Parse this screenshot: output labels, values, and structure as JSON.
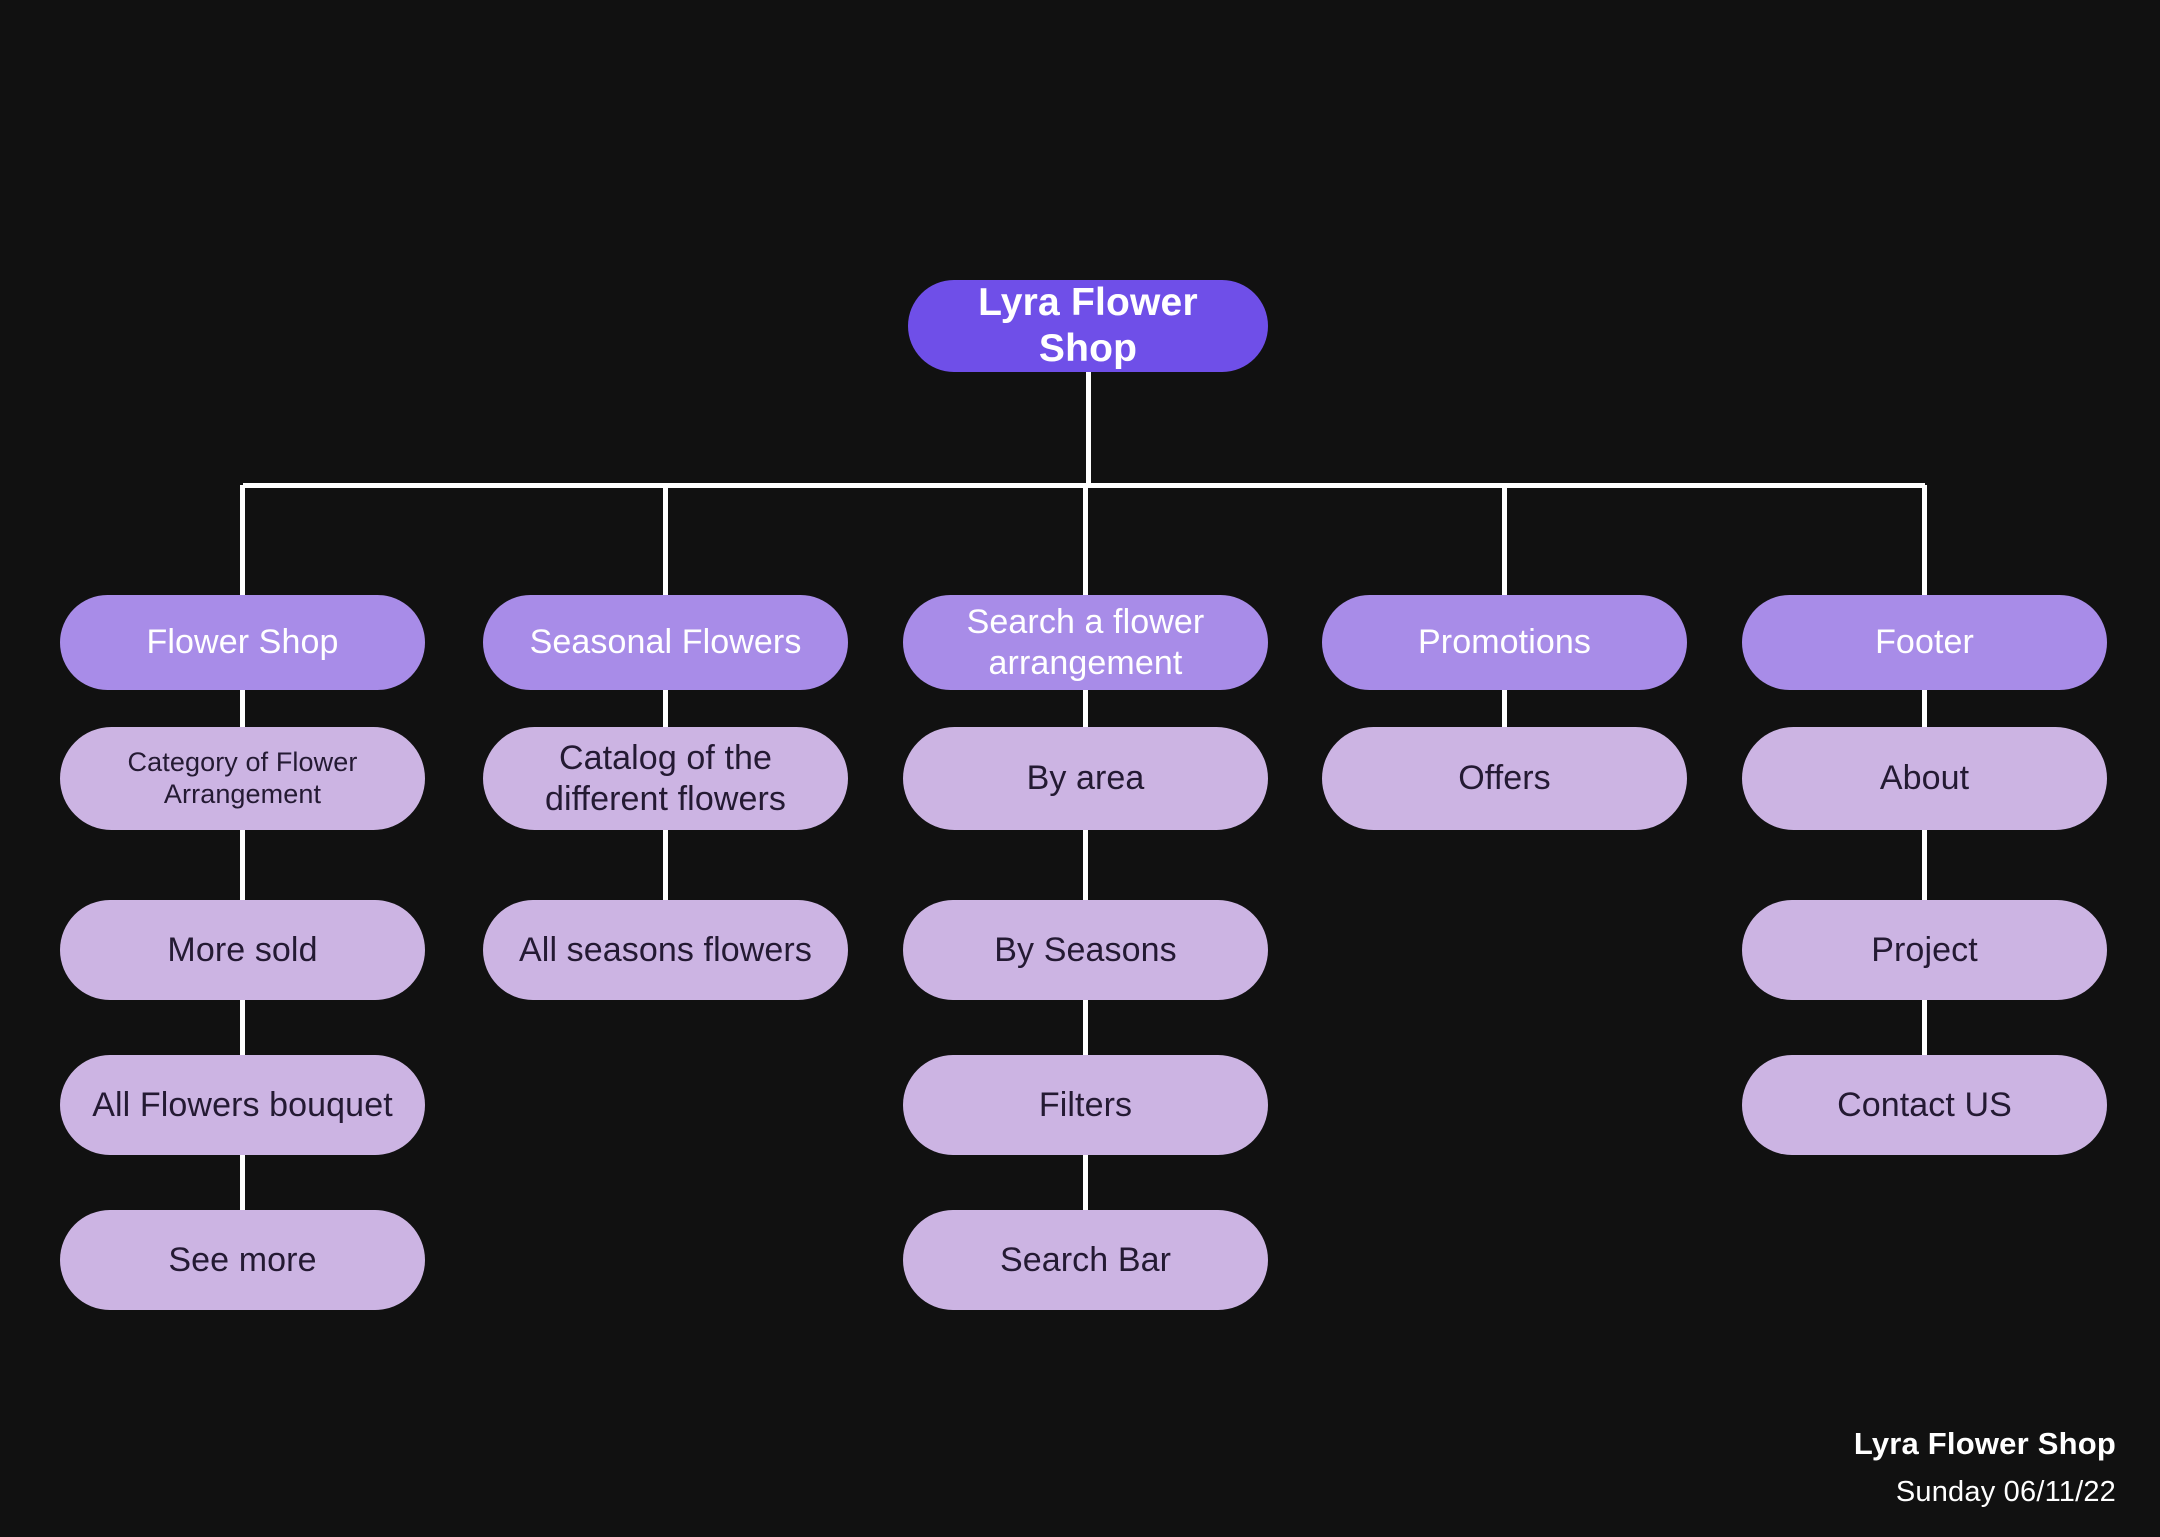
{
  "page": {
    "background_color": "#111111",
    "line_color": "#FFFFFF"
  },
  "colors": {
    "root_node": "#6F4FE8",
    "level2_node": "#A88CE8",
    "level3_node": "#CCB4E3",
    "root_text": "#FFFFFF",
    "level2_text": "#FFFFFF",
    "level3_text": "#241A33"
  },
  "root": {
    "label": "Lyra Flower Shop"
  },
  "columns": [
    {
      "parent": {
        "label": "Flower Shop"
      },
      "children": [
        {
          "label": "Category of Flower Arrangement"
        },
        {
          "label": "More sold"
        },
        {
          "label": "All Flowers bouquet"
        },
        {
          "label": "See more"
        }
      ]
    },
    {
      "parent": {
        "label": "Seasonal Flowers"
      },
      "children": [
        {
          "label": "Catalog of the different flowers"
        },
        {
          "label": "All seasons flowers"
        }
      ]
    },
    {
      "parent": {
        "label": "Search a flower arrangement"
      },
      "children": [
        {
          "label": "By area"
        },
        {
          "label": "By Seasons"
        },
        {
          "label": "Filters"
        },
        {
          "label": "Search Bar"
        }
      ]
    },
    {
      "parent": {
        "label": "Promotions"
      },
      "children": [
        {
          "label": "Offers"
        }
      ]
    },
    {
      "parent": {
        "label": "Footer"
      },
      "children": [
        {
          "label": "About"
        },
        {
          "label": "Project"
        },
        {
          "label": "Contact US"
        }
      ]
    }
  ],
  "caption": {
    "title": "Lyra Flower Shop",
    "date": "Sunday 06/11/22"
  }
}
